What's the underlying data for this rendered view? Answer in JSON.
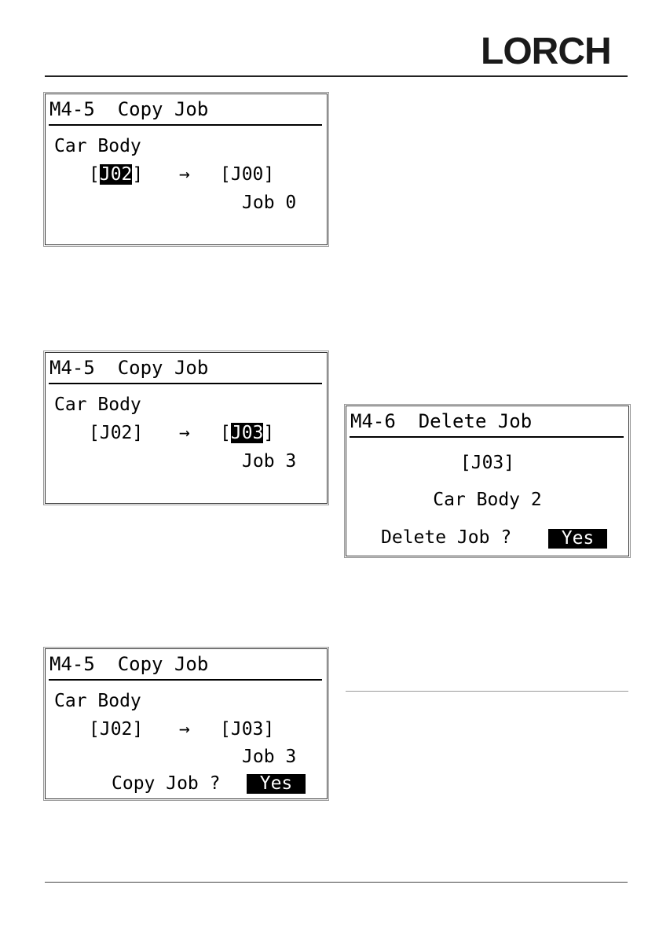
{
  "brand": {
    "logo_text": "LORCH"
  },
  "screens": [
    {
      "title": "M4-5  Copy Job",
      "name": "Car Body",
      "source_job": "J02",
      "target_job": "J00",
      "arrow": "→",
      "target_name": "Job 0",
      "highlighted": "source"
    },
    {
      "title": "M4-5  Copy Job",
      "name": "Car Body",
      "source_job": "J02",
      "target_job": "J03",
      "arrow": "→",
      "target_name": "Job 3",
      "highlighted": "target"
    },
    {
      "title": "M4-5  Copy Job",
      "name": "Car Body",
      "source_job": "J02",
      "target_job": "J03",
      "arrow": "→",
      "target_name": "Job 3",
      "prompt": "Copy Job ?",
      "confirm": "Yes"
    }
  ],
  "delete_screen": {
    "title": "M4-6  Delete Job",
    "job": "[J03]",
    "name": "Car Body 2",
    "prompt": "Delete Job ?",
    "confirm": "Yes"
  }
}
